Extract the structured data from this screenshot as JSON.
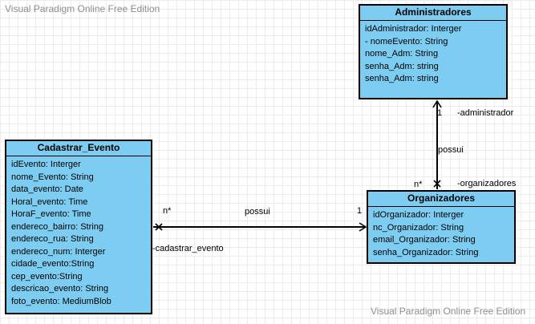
{
  "watermarks": {
    "top": "Visual Paradigm Online Free Edition",
    "bottom": "Visual Paradigm Online Free Edition"
  },
  "colors": {
    "class_fill": "#7ccdf1",
    "class_border": "#000000",
    "connector": "#000000"
  },
  "classes": {
    "administradores": {
      "name": "Administradores",
      "attributes": [
        "idAdministrador: Interger",
        "- nomeEvento: String",
        "nome_Adm: String",
        "senha_Adm: string",
        "senha_Adm: string"
      ]
    },
    "cadastrar_evento": {
      "name": "Cadastrar_Evento",
      "attributes": [
        "idEvento: Interger",
        "nome_Evento: String",
        "data_evento: Date",
        "Horal_evento: Time",
        "HoraF_evento: Time",
        "endereco_bairro: String",
        "endereco_rua: String",
        "endereco_num: Interger",
        "cidade_evento:String",
        "cep_evento:String",
        "descricao_evento: String",
        "foto_evento: MediumBlob"
      ]
    },
    "organizadores": {
      "name": "Organizadores",
      "attributes": [
        "idOrganizador: Interger",
        "nc_Organizador: String",
        "email_Organizador: String",
        "senha_Organizador: String"
      ]
    }
  },
  "associations": {
    "admin_org": {
      "name": "possui",
      "admin_multiplicity": "1",
      "admin_role": "-administrador",
      "org_multiplicity": "n*",
      "org_role": "-organizadores"
    },
    "evento_org": {
      "name": "possui",
      "evento_multiplicity": "n*",
      "evento_role": "-cadastrar_evento",
      "org_multiplicity": "1"
    }
  }
}
